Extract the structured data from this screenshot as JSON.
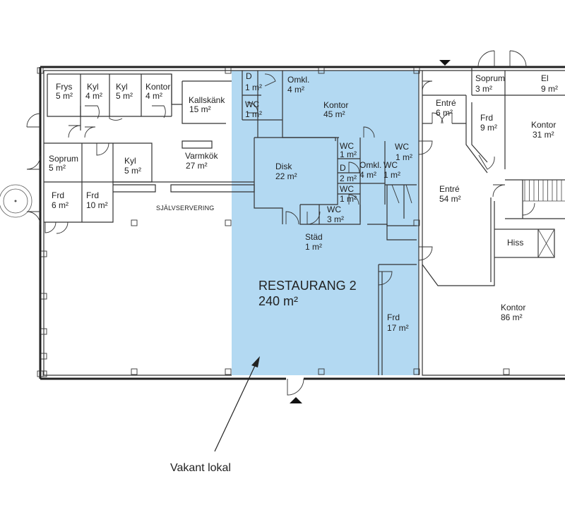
{
  "highlight_color": "#b3d9f2",
  "rooms": {
    "frys": {
      "name": "Frys",
      "area": "5 m²"
    },
    "kyl1": {
      "name": "Kyl",
      "area": "4 m²"
    },
    "kyl2": {
      "name": "Kyl",
      "area": "5 m²"
    },
    "kontor_small": {
      "name": "Kontor",
      "area": "4 m²"
    },
    "kallskank": {
      "name": "Kallskänk",
      "area": "15 m²"
    },
    "d_top": {
      "name": "D",
      "area": "1 m²"
    },
    "wc_top": {
      "name": "WC",
      "area": "1 m²"
    },
    "omkl_top": {
      "name": "Omkl.",
      "area": "4 m²"
    },
    "kontor45": {
      "name": "Kontor",
      "area": "45 m²"
    },
    "soprum_left": {
      "name": "Soprum",
      "area": "5 m²"
    },
    "kyl3": {
      "name": "Kyl",
      "area": "5 m²"
    },
    "varmkok": {
      "name": "Varmkök",
      "area": "27 m²"
    },
    "disk": {
      "name": "Disk",
      "area": "22 m²"
    },
    "wc_a": {
      "name": "WC",
      "area": "1 m²"
    },
    "d_mid": {
      "name": "D",
      "area": "2 m²"
    },
    "omkl_mid": {
      "name": "Omkl.",
      "area": "4 m²"
    },
    "wc_b": {
      "name": "WC",
      "area": "1 m²"
    },
    "wc_c": {
      "name": "WC",
      "area": "1 m²"
    },
    "wc_d": {
      "name": "WC",
      "area": "1 m²"
    },
    "wc_e": {
      "name": "WC",
      "area": "3 m²"
    },
    "stad": {
      "name": "Städ",
      "area": "1 m²"
    },
    "frd6": {
      "name": "Frd",
      "area": "6 m²"
    },
    "frd10": {
      "name": "Frd",
      "area": "10 m²"
    },
    "sjalvservering": {
      "name": "SJÄLVSERVERING"
    },
    "restaurang": {
      "name": "RESTAURANG 2",
      "area": "240 m²"
    },
    "frd17": {
      "name": "Frd",
      "area": "17 m²"
    },
    "soprum_right": {
      "name": "Soprum",
      "area": "3 m²"
    },
    "el": {
      "name": "El",
      "area": "9 m²"
    },
    "entre6": {
      "name": "Entré",
      "area": "6 m²"
    },
    "frd9": {
      "name": "Frd",
      "area": "9 m²"
    },
    "kontor31": {
      "name": "Kontor",
      "area": "31 m²"
    },
    "entre54": {
      "name": "Entré",
      "area": "54 m²"
    },
    "hiss": {
      "name": "Hiss"
    },
    "kontor86": {
      "name": "Kontor",
      "area": "86 m²"
    }
  },
  "annotation": {
    "text": "Vakant lokal"
  }
}
